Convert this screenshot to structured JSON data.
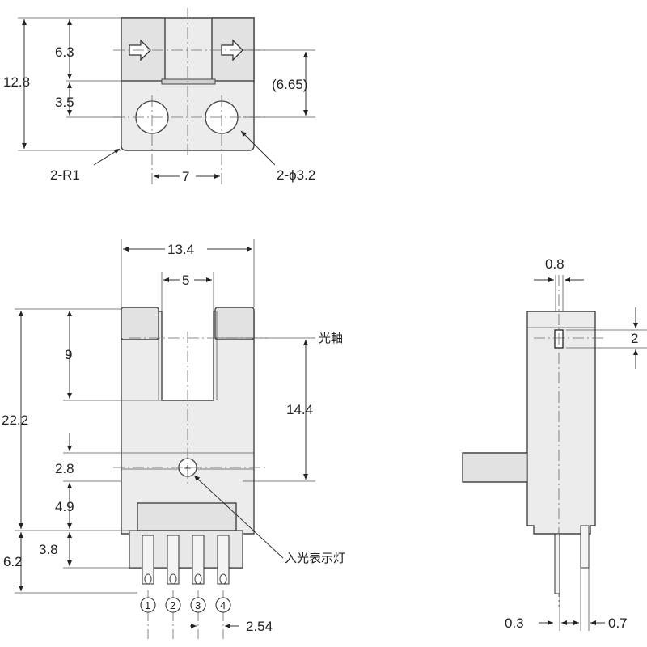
{
  "top_view": {
    "dim_height_total": "12.8",
    "dim_upper": "6.3",
    "dim_lower": "3.5",
    "dim_right": "(6.65)",
    "dim_hole_pitch": "7",
    "label_radius": "2-R1",
    "label_holes": "2-ϕ3.2"
  },
  "front_view": {
    "dim_width": "13.4",
    "dim_slot": "5",
    "dim_slot_depth": "9",
    "dim_total_height": "22.2",
    "dim_axis_to_led": "14.4",
    "dim_led": "2.8",
    "dim_mid": "4.9",
    "dim_pin_body": "3.8",
    "dim_pin_total": "6.2",
    "dim_pin_pitch": "2.54",
    "label_optical_axis": "光軸",
    "label_indicator": "入光表示灯",
    "pins": [
      "1",
      "2",
      "3",
      "4"
    ]
  },
  "side_view": {
    "dim_aperture": "0.8",
    "dim_slit": "2",
    "dim_pin_a": "0.3",
    "dim_pin_b": "0.7"
  }
}
